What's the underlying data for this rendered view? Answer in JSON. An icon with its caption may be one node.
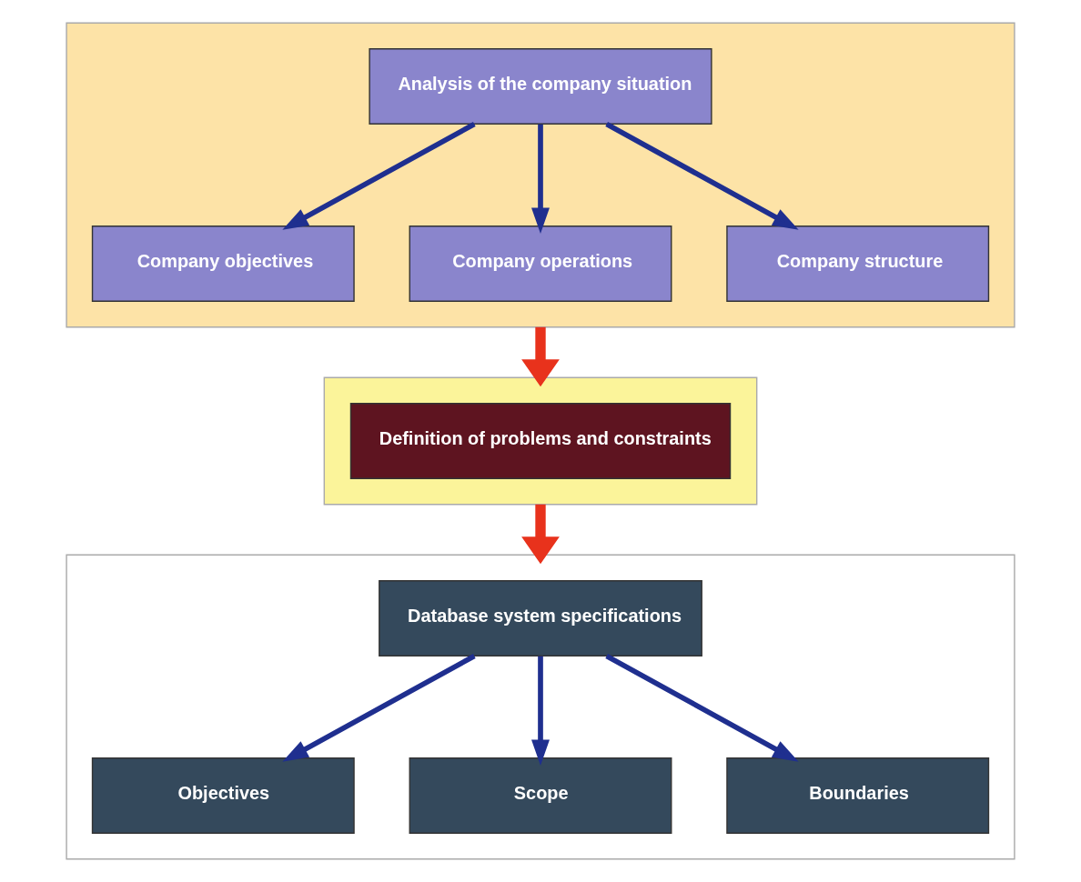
{
  "diagram": {
    "nodes": [
      {
        "text": [],
        "shape": "box"
      },
      {
        "text": [
          "Analysis of the company situation"
        ],
        "in": 0
      },
      {
        "text": [
          "Company objectives"
        ],
        "in": 0
      },
      {
        "text": [
          "Company operations"
        ],
        "in": 0
      },
      {
        "text": [
          "Company structure"
        ],
        "in": 0
      },
      {
        "text": [],
        "shape": "box"
      },
      {
        "text": [
          "Definition of problems and constraints"
        ],
        "in": 5
      },
      {
        "text": [],
        "shape": "box"
      },
      {
        "text": [
          "Database system specifications"
        ],
        "in": 7
      },
      {
        "text": [
          "Objectives"
        ],
        "in": 7
      },
      {
        "text": [
          "Scope"
        ],
        "in": 7
      },
      {
        "text": [
          "Boundaries"
        ],
        "in": 7
      }
    ],
    "edges": [
      {
        "from": 1,
        "to": 2,
        "arrow": "to"
      },
      {
        "from": 1,
        "to": 3,
        "arrow": "to"
      },
      {
        "from": 1,
        "to": 4,
        "arrow": "to"
      },
      {
        "from": 0,
        "to": 5,
        "arrow": "to",
        "style": "thick",
        "color": "#e8321c"
      },
      {
        "from": 5,
        "to": 7,
        "arrow": "to",
        "style": "thick",
        "color": "#e8321c"
      },
      {
        "from": 8,
        "to": 9,
        "arrow": "to"
      },
      {
        "from": 8,
        "to": 10,
        "arrow": "to"
      },
      {
        "from": 8,
        "to": 11,
        "arrow": "to"
      }
    ]
  }
}
